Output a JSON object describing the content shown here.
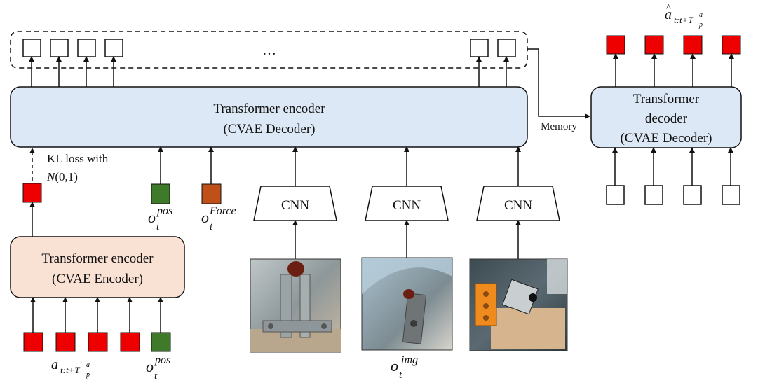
{
  "encoder_top": {
    "title": "Transformer encoder",
    "subtitle": "(CVAE Decoder)",
    "fill": "#dce8f5"
  },
  "encoder_cvae": {
    "title": "Transformer encoder",
    "subtitle": "(CVAE Encoder)",
    "fill": "#f9e1d4"
  },
  "decoder": {
    "line1": "Transformer",
    "line2": "decoder",
    "line3": "(CVAE Decoder)",
    "fill": "#dce8f5"
  },
  "memory_label": "Memory",
  "kl_label": {
    "line1": "KL loss with",
    "line2_prefix": "N",
    "line2_rest": "(0,1)"
  },
  "ellipsis": "…",
  "cnn_labels": [
    "CNN",
    "CNN",
    "CNN"
  ],
  "observations": {
    "pos_main": "o",
    "pos_sub": "t",
    "pos_sup": "pos",
    "force_main": "o",
    "force_sub": "t",
    "force_sup": "Force",
    "img_main": "o",
    "img_sub": "t",
    "img_sup": "img"
  },
  "action_in": {
    "main": "a",
    "sub": "t:t+T",
    "sub2": "p",
    "sup2": "a"
  },
  "action_out": {
    "hat": "^",
    "main": "a",
    "sub": "t:t+T",
    "sub2": "p",
    "sup2": "a"
  },
  "colors": {
    "red": "#ee0000",
    "green": "#3f7a2a",
    "orange": "#c0501a",
    "stroke": "#111111"
  },
  "token_icons": {
    "latent": "red-square-icon",
    "output": "red-square-icon",
    "pos": "green-square-icon",
    "force": "orange-square-icon"
  }
}
